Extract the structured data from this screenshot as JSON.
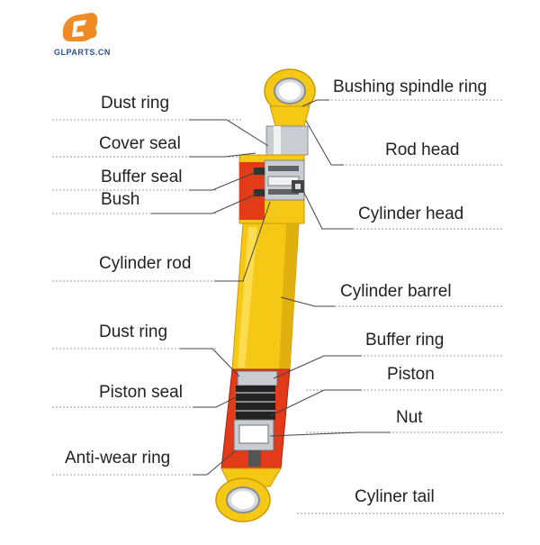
{
  "logo": {
    "text": "GLPARTS.CN",
    "color": "#f08a24",
    "text_color": "#2d4f8f"
  },
  "colors": {
    "body_yellow": "#f5c816",
    "body_shade": "#d9a90a",
    "section_red": "#e33a1a",
    "chrome": "#c9ccd0",
    "leader": "#444444"
  },
  "labels_left": [
    {
      "id": "dust-ring-top",
      "text": "Dust ring"
    },
    {
      "id": "cover-seal",
      "text": "Cover seal"
    },
    {
      "id": "buffer-seal",
      "text": "Buffer seal"
    },
    {
      "id": "bush",
      "text": "Bush"
    },
    {
      "id": "cylinder-rod",
      "text": "Cylinder rod"
    },
    {
      "id": "dust-ring-bottom",
      "text": "Dust ring"
    },
    {
      "id": "piston-seal",
      "text": "Piston seal"
    },
    {
      "id": "anti-wear-ring",
      "text": "Anti-wear ring"
    }
  ],
  "labels_right": [
    {
      "id": "bushing-spindle-ring",
      "text": "Bushing spindle ring"
    },
    {
      "id": "rod-head",
      "text": "Rod head"
    },
    {
      "id": "cylinder-head",
      "text": "Cylinder head"
    },
    {
      "id": "cylinder-barrel",
      "text": "Cylinder barrel"
    },
    {
      "id": "buffer-ring",
      "text": "Buffer ring"
    },
    {
      "id": "piston",
      "text": "Piston"
    },
    {
      "id": "nut",
      "text": "Nut"
    },
    {
      "id": "cyliner-tail",
      "text": "Cyliner tail"
    }
  ]
}
